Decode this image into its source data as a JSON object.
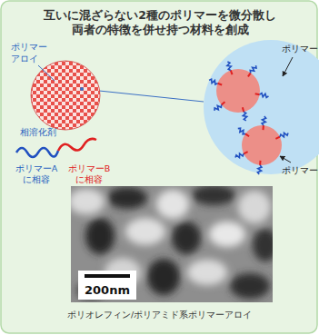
{
  "diagram": {
    "title": "互いに混ざらない2種のポリマーを微分散し 両者の特徴を併せ持つ材料を創成",
    "caption": "ポリオレフィン/ポリアミド系ポリマーアロイ",
    "nodes": [
      {
        "text": [
          "200nm"
        ]
      }
    ],
    "labels": [
      "ポリマー アロイ",
      "ポリマー",
      "ポリマー",
      "相溶化剤",
      "ポリマーA に相容",
      "ポリマーB に相容"
    ]
  }
}
